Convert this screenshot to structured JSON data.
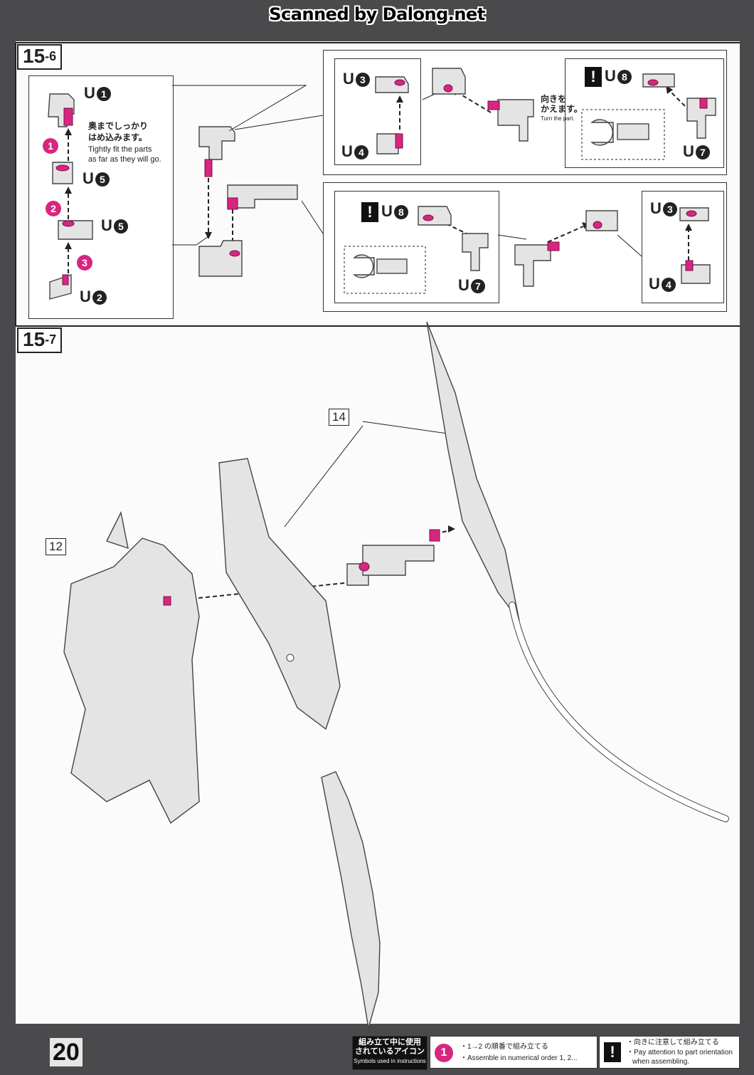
{
  "watermark": "Scanned by Dalong.net",
  "step_15_6": {
    "num": "15",
    "sub": "-6"
  },
  "step_15_7": {
    "num": "15",
    "sub": "-7"
  },
  "labels": {
    "u1": "U",
    "u1n": "1",
    "u5": "U",
    "u5n": "5",
    "u2": "U",
    "u2n": "2",
    "u3": "U",
    "u3n": "3",
    "u4": "U",
    "u4n": "4",
    "u7": "U",
    "u7n": "7",
    "u8": "U",
    "u8n": "8"
  },
  "steps_pink": [
    "1",
    "2",
    "3"
  ],
  "notes": {
    "fit_jp_1": "奥までしっかり",
    "fit_jp_2": "はめ込みます。",
    "fit_en_1": "Tightly fit the parts",
    "fit_en_2": "as far as they will go.",
    "turn_jp_1": "向きを",
    "turn_jp_2": "かえます。",
    "turn_en": "Turn the part."
  },
  "refs": {
    "r14": "14",
    "r12": "12"
  },
  "page_number": "20",
  "legend": {
    "title_jp_1": "組み立て中に使用",
    "title_jp_2": "されているアイコン",
    "title_en": "Symbols used in instructions",
    "order_icon": "1",
    "order_jp": "・1→2 の順番で組み立てる",
    "order_en": "・Assemble in numerical order 1, 2...",
    "orient_icon": "!",
    "orient_jp": "・向きに注意して組み立てる",
    "orient_en_1": "・Pay attention to part orientation",
    "orient_en_2": "when assembling."
  },
  "colors": {
    "accent": "#d8267f",
    "frame": "#4a4a4c"
  }
}
